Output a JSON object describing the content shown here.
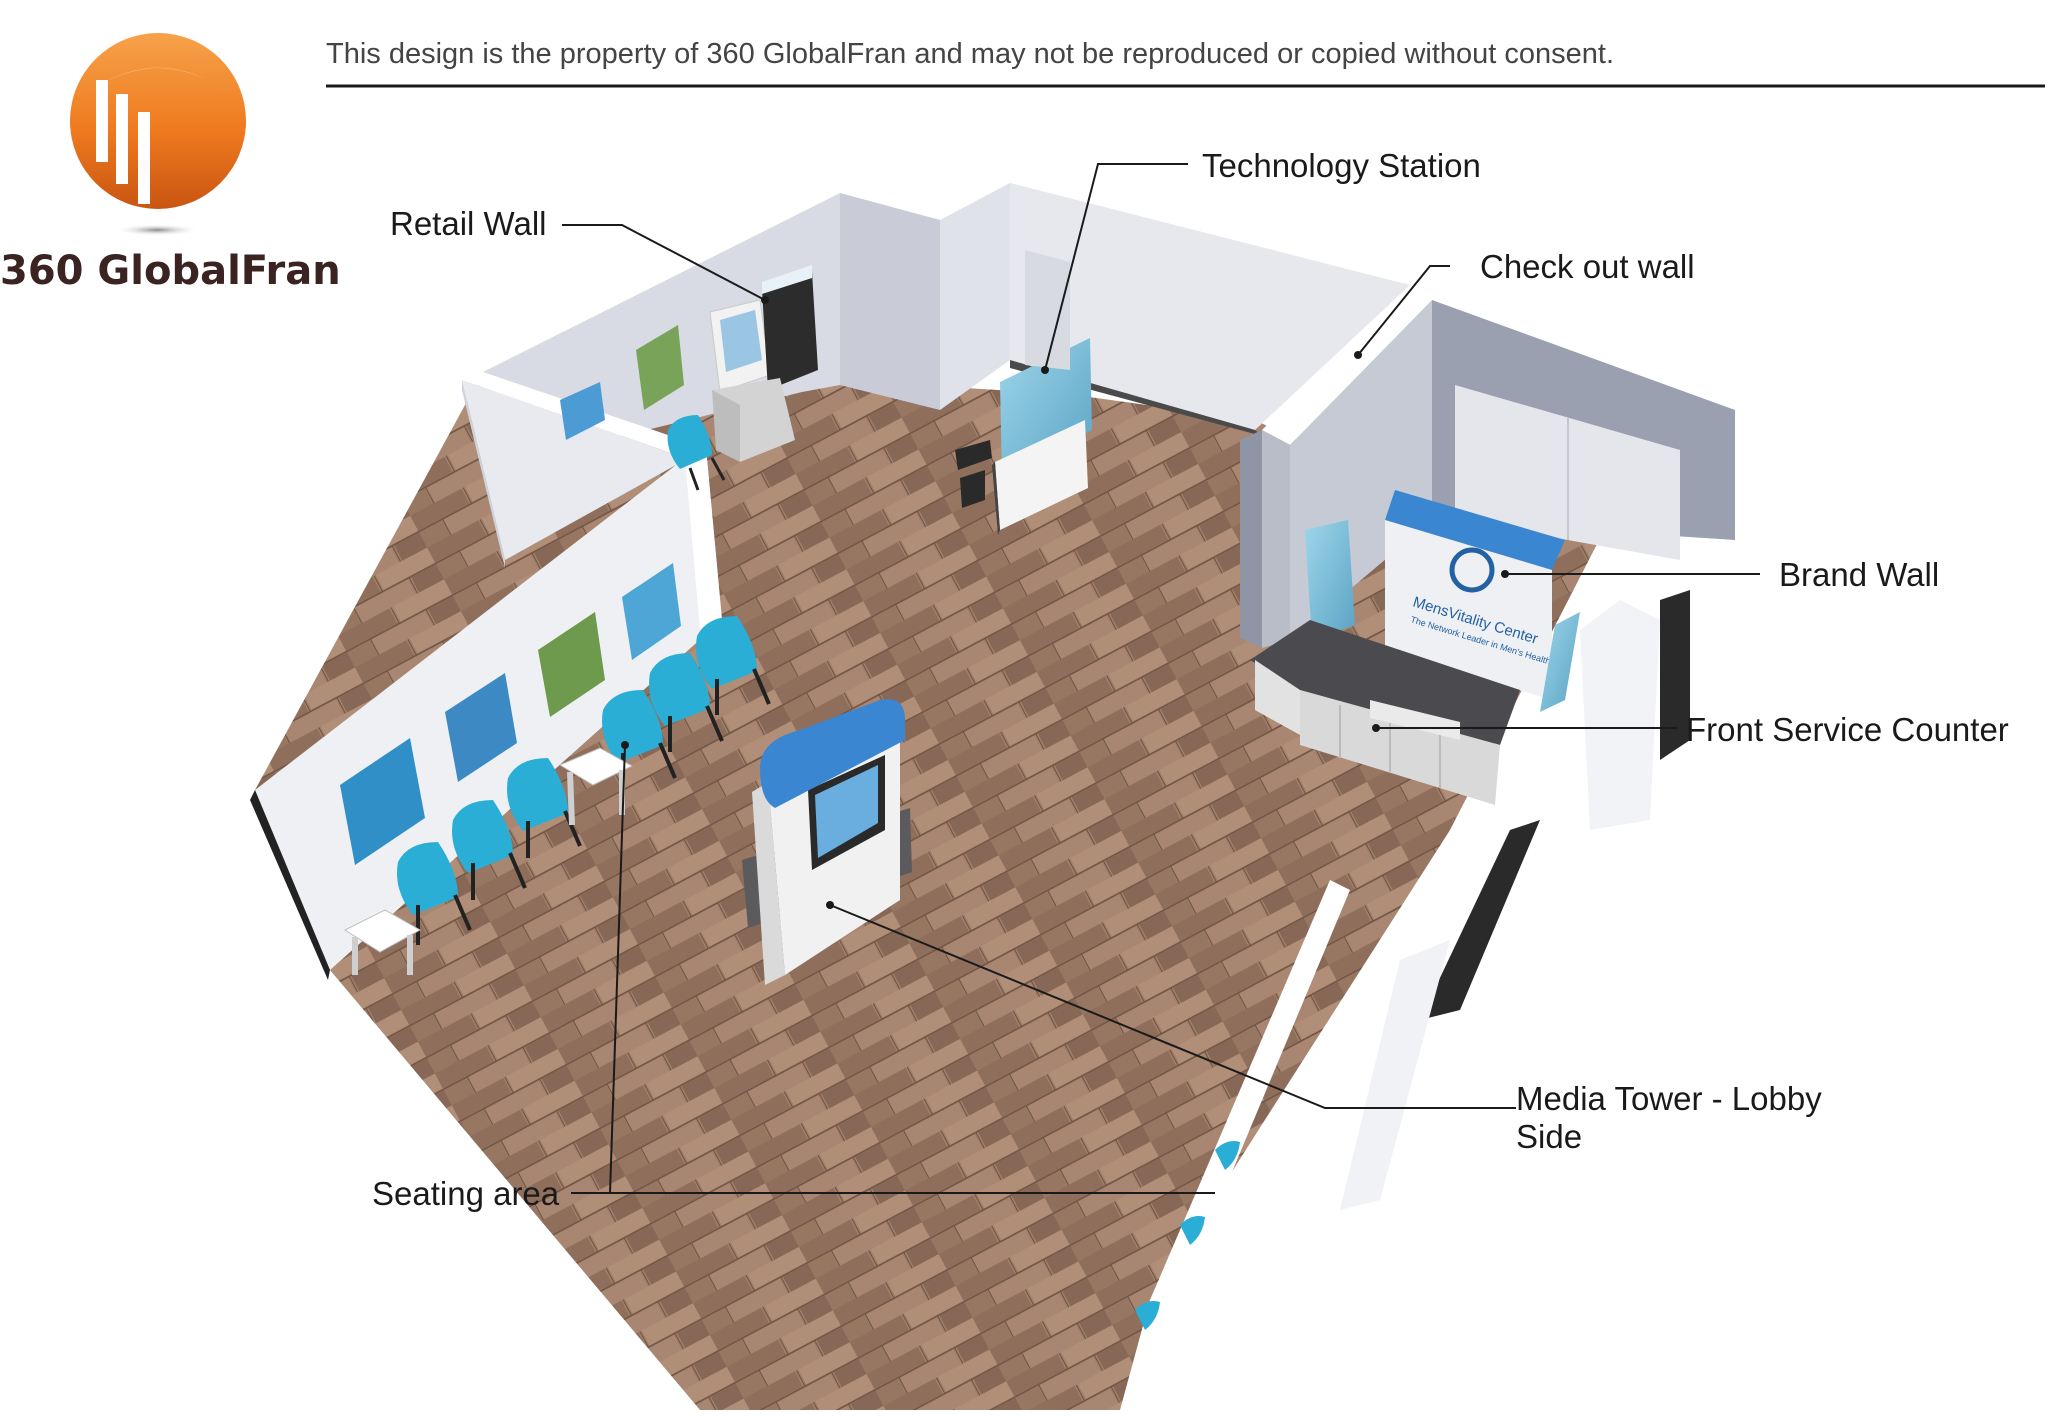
{
  "header": {
    "notice": "This design is the property of 360 GlobalFran and may not be reproduced or copied without consent."
  },
  "logo": {
    "text": "360 GlobalFran"
  },
  "labels": {
    "retail_wall": "Retail Wall",
    "technology_station": "Technology Station",
    "check_out_wall": "Check out wall",
    "brand_wall": "Brand Wall",
    "front_service_counter": "Front Service Counter",
    "media_tower_line1": "Media Tower - Lobby",
    "media_tower_line2": "Side",
    "seating_area": "Seating area"
  },
  "signage": {
    "brand_sign_line1": "MensVitality Center",
    "brand_sign_line2": "The Network Leader in Men's Health"
  },
  "colors": {
    "accent_blue": "#3b86d1",
    "chair_teal": "#2aaed6",
    "logo_orange": "#ef7a1f",
    "logo_text": "#3a2320",
    "floor": "#9c7b66",
    "wall": "#e4e6ec"
  }
}
